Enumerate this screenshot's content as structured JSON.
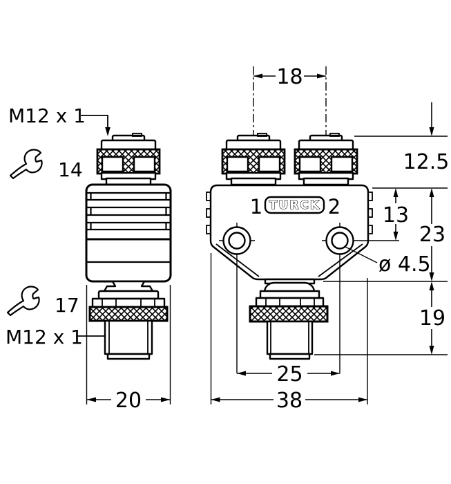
{
  "drawing": {
    "background": "#ffffff",
    "line_color": "#000000"
  },
  "left_view": {
    "labels": {
      "thread_top": "M12 x 1",
      "thread_bottom": "M12 x 1",
      "wrench_size_top": "14",
      "wrench_size_bottom": "17"
    },
    "dimensions": {
      "width": "20"
    }
  },
  "right_view": {
    "brand": "TURCK",
    "port_labels": {
      "port1": "1",
      "port2": "2"
    },
    "dimensions": {
      "port_spacing": "18",
      "connector_height": "12.5",
      "hole_offset": "13",
      "body_height": "23",
      "hole_diameter": "ø 4.5",
      "lower_connector_height": "19",
      "hole_spacing": "25",
      "total_width": "38"
    }
  }
}
